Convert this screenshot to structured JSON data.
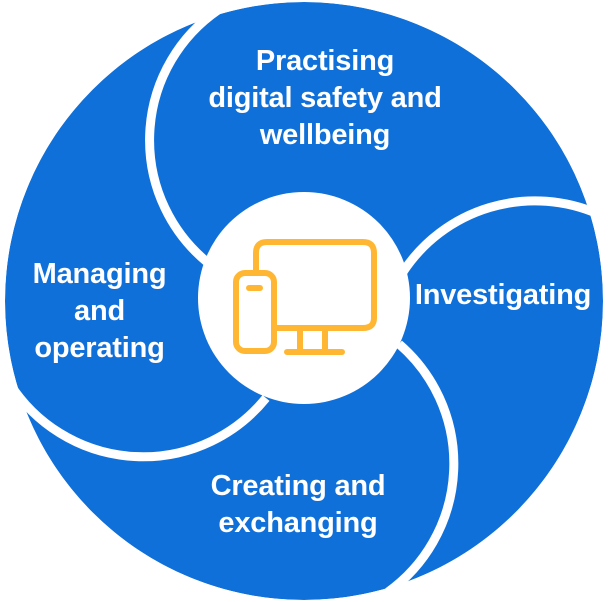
{
  "diagram": {
    "type": "cycle-pinwheel",
    "colors": {
      "segment_fill": "#1070DA",
      "separator": "#FFFFFF",
      "center_fill": "#FFFFFF",
      "icon_stroke": "#FFB733",
      "label_text": "#FFFFFF"
    },
    "center": {
      "icon": "devices-icon",
      "icon_description": "desktop monitor with mobile phone"
    },
    "segments": [
      {
        "id": "practising",
        "position": "top",
        "lines": [
          "Practising",
          "digital safety and",
          "wellbeing"
        ]
      },
      {
        "id": "investigating",
        "position": "right",
        "lines": [
          "Investigating"
        ]
      },
      {
        "id": "creating",
        "position": "bottom",
        "lines": [
          "Creating and",
          "exchanging"
        ]
      },
      {
        "id": "managing",
        "position": "left",
        "lines": [
          "Managing",
          "and",
          "operating"
        ]
      }
    ]
  }
}
